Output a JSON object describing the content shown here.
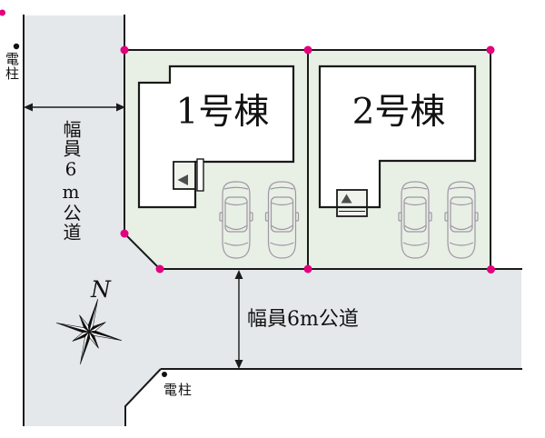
{
  "diagram": {
    "buildings": [
      {
        "label": "1号棟"
      },
      {
        "label": "2号棟"
      }
    ],
    "roads": {
      "left_label": "幅員6m公道",
      "bottom_label": "幅員6m公道"
    },
    "poles": {
      "top_label": "電柱",
      "bottom_label": "電柱"
    },
    "compass": {
      "north_label": "N"
    },
    "colors": {
      "road_fill": "#e4e8ea",
      "plot_fill": "#e8efe4",
      "building_fill": "#ffffff",
      "porch_fill": "#eff3ec",
      "line": "#1a1a1a",
      "boundary_dot": "#e2007d",
      "car_outline": "#9e96a6",
      "entrance_triangle": "#4d4d4d"
    }
  }
}
